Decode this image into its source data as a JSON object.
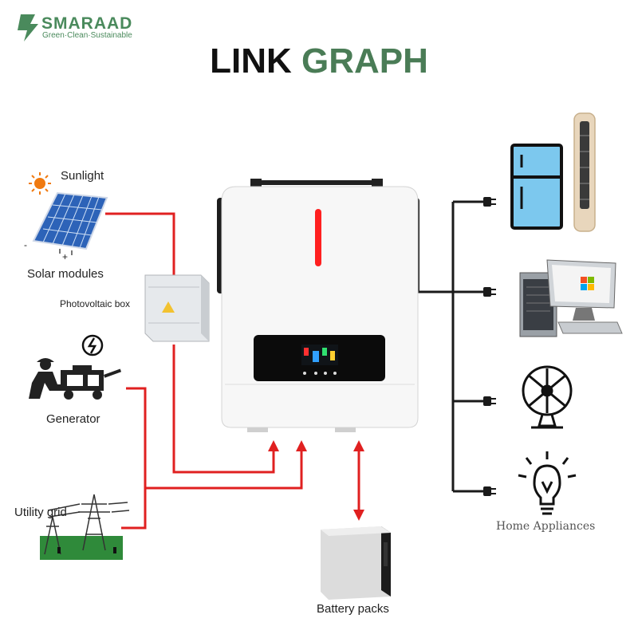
{
  "brand": {
    "name": "SMARAAD",
    "tagline": "Green·Clean·Sustainable",
    "accent_color": "#4a7c56"
  },
  "title": {
    "word1": "LINK",
    "word2": "GRAPH"
  },
  "labels": {
    "sunlight": "Sunlight",
    "solar_modules": "Solar modules",
    "pv_box": "Photovoltaic box",
    "generator": "Generator",
    "utility_grid": "Utility grid",
    "battery_packs": "Battery packs",
    "home_appliances": "Home Appliances",
    "solar_minus": "-",
    "solar_plus": "+"
  },
  "colors": {
    "power_line": "#e02020",
    "output_line": "#1a1a1a",
    "inverter_indicator": "#ff2020"
  },
  "icons": [
    "sun-icon",
    "solar-panel-icon",
    "pv-box-icon",
    "generator-icon",
    "utility-grid-icon",
    "inverter-icon",
    "battery-icon",
    "refrigerator-icon",
    "air-conditioner-icon",
    "computer-icon",
    "fan-icon",
    "light-bulb-icon"
  ]
}
